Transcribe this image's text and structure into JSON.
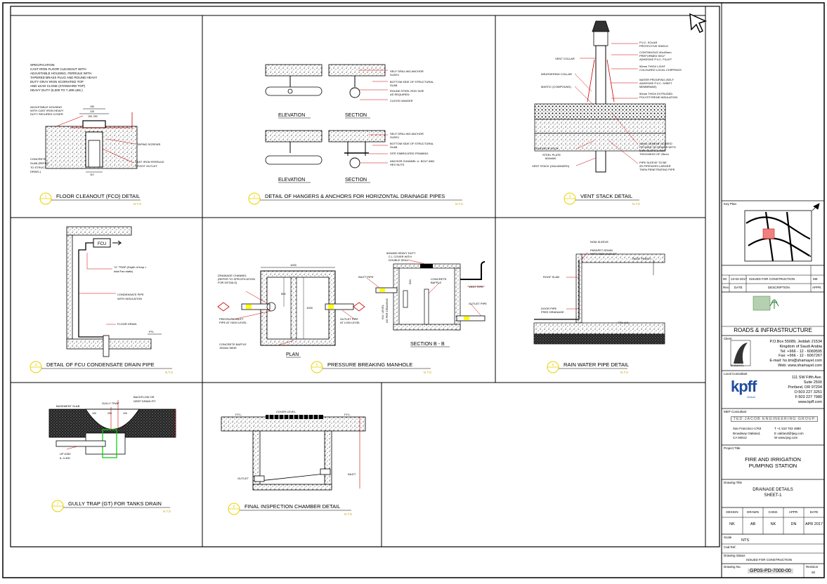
{
  "cursor_icon": "cursor-arrow-icon",
  "details": [
    {
      "num": "1",
      "title": "FLOOR CLEANOUT (FCO) DETAIL",
      "scale": "N.T.S"
    },
    {
      "num": "2",
      "title": "DETAIL OF HANGERS & ANCHORS FOR HORIZONTAL DRAINAGE PIPES",
      "scale": "N.T.S"
    },
    {
      "num": "3",
      "title": "VENT STACK DETAIL",
      "scale": "N.T.S"
    },
    {
      "num": "4",
      "title": "DETAIL OF FCU CONDENSATE DRAIN PIPE",
      "scale": "N.T.S"
    },
    {
      "num": "5",
      "title": "PRESSURE BREAKING MANHOLE",
      "scale": "N.T.S"
    },
    {
      "num": "6",
      "title": "RAIN WATER PIPE DETAIL",
      "scale": "N.T.S"
    },
    {
      "num": "7",
      "title": "GULLY TRAP (GT) FOR TANKS DRAIN",
      "scale": "N.T.S"
    },
    {
      "num": "8",
      "title": "FINAL INSPECTION CHAMBER DETAIL",
      "scale": "N.T.S"
    }
  ],
  "d1": {
    "spec": [
      "SPECIFICATION:",
      "CAST IRON FLOOR CLEANOUT WITH",
      "ADJUSTABLE HOUSING, FERRULE WITH",
      "TAPERED BRASS PLUG AND ROUND HEAVY",
      "DUTY GRAY IRON SCORIATED TOP",
      "AND LEAD CLOSE (STANDARD TOP)",
      "HEAVY DUTY (5,000 TO 7,499 LBS.)"
    ],
    "labels": [
      "ADJUSTABLE HOUSING",
      "WITH CAST IRON HEAVY",
      "DUTY SECURED COVER",
      "TAPING SCREWS",
      "CONCRETE",
      "SLAB (REFER",
      "TO STRUCT.",
      "DRWG.)",
      "CAST IRON FERRULE",
      "SPIGOT OUTLET"
    ],
    "dims": [
      "150",
      "125",
      "150, 200",
      "110"
    ]
  },
  "d2": {
    "labels_top": [
      "SELF DRILLING ANCHOR",
      "SLEEV.",
      "BOTTOM SIDE OF STRUCTURAL",
      "SLAB.",
      "ROUND STEEL ROD SIZE",
      "AS REQUIRED.",
      "CLEVIS HANGER"
    ],
    "labels_bottom": [
      "SELF DRILLING ANCHOR",
      "SLEEV.",
      "BOTTOM SIDE OF STRUCTURAL",
      "SLAB.",
      "SITE FABRICATED FRAMING.",
      "ANCHOR CHANNEL U- BOLT AND",
      "HEX NUTS"
    ],
    "view_a": "ELEVATION",
    "view_b": "SECTION"
  },
  "d3": {
    "right_labels": [
      "P.V.C. SOLAR",
      "PROTECTIVE SHIELD",
      "CONTINUOUS 40x40mm",
      "PREFORMED SELF",
      "ADHESIVE P.V.C. FILLET",
      "50mm THICK LIGHT",
      "COLOURED LOCAL CHIPPINGS",
      "WATER PROOFING (SELF",
      "ADHESIVE P.V.C. SHEET",
      "MEMBRANE)",
      "50mm THICK EXTRUDED",
      "POLYSTYRENE INSULATION",
      "SAND CEMENT SCREED",
      "PITCHED TO DRAINS WITH",
      "0.5% SLOPE & MIN.",
      "THICKNESS OF 25mm",
      "PIPE SLEEVE TO BE",
      "2D PIPESIZES LARGER",
      "THEN PENETRATING PIPE"
    ],
    "left_labels": [
      "VENT COLLAR",
      "WEATHERING COLLAR",
      "MASTIC (COMPOUND)",
      "CONCRETE ROOF",
      "STEEL PLATE",
      "600x600",
      "VENT STACK (GALVANIZED)"
    ]
  },
  "d4": {
    "fcu": "FCU",
    "labels": [
      "\"U\" TRAP (Depth of trap >",
      "total Fan static)",
      "CONDENSATE PIPE",
      "WITH INSULATION",
      "FLOOR DRAIN",
      "FFL"
    ]
  },
  "d5": {
    "plan_labels": [
      "DRAINAGE CHANNEL",
      "(REFER TO SPECIFICATION",
      "FOR DETAILS)",
      "PRESSURE INLET",
      "PIPE AT HIGH LEVEL",
      "OUTLET PIPE",
      "AT LOW LEVEL",
      "CONCRETE BAFFLE",
      "150mm WIDE"
    ],
    "plan_dims": [
      "1000",
      "500",
      "1000"
    ],
    "section_labels": [
      "600x600 HEAVY DUTY",
      "C.I. COVER WITH",
      "DOUBLE SEAL",
      "INLET PIPE",
      "CONCRETE",
      "BAFFLE",
      "VENT PIPE",
      "OUTLET PIPE",
      "600",
      "INV. LEVEL",
      "AS PER DRAWING"
    ],
    "plan_title": "PLAN",
    "section_title": "SECTION B - B"
  },
  "d6": {
    "labels": [
      "NGM SLEEVE",
      "PARAPET DRAIN",
      "WITH SIDE OUTLET",
      "ROOF FINISH",
      "ROOF SLAB",
      "DOOR PIPE",
      "FREE DRAINAGE",
      "FFL LVL"
    ]
  },
  "d7": {
    "labels": [
      "BASEMENT SLAB",
      "GULLY TRAP",
      "BACKFLOW OR",
      "DEEP DRAIN PIT",
      "UP #150",
      "IL-3.400"
    ],
    "dims": [
      "100",
      "200",
      "100"
    ]
  },
  "d8": {
    "labels": [
      "F.F.L.",
      "COVER LEVEL",
      "F.F.L.",
      "OUTLET",
      "INLET"
    ]
  },
  "titleblock": {
    "key_plan_label": "Key Plan",
    "rev_row": {
      "no": "00",
      "date": "13-04-2017",
      "desc": "ISSUED FOR CONSTRUCTION",
      "appr": "MK"
    },
    "rev_headers": {
      "rev": "Rev.",
      "date": "DATE",
      "desc": "DESCRIPTION",
      "appr": "APPR."
    },
    "project_org": "ROADS & INFRASTRUCTURE",
    "client_label": "Client",
    "client_logo_text": "SHAMAYEL",
    "client_address": [
      "P.O.Box 55089, Jeddah 21534",
      "Kingdom of Saudi Arabia",
      "Tel: +966 - 12 - 6069595",
      "Fax: +966 - 12 - 6067267",
      "E-mail: ho.tmi@shamayel.com",
      "Web: www.shamayel.com"
    ],
    "local_consultant_label": "Local Consultant",
    "consultant_logo": "kpff",
    "consultant_logo_sub": "Global",
    "consultant_address": [
      "111 SW Fifth Ave.",
      "Suite 2500",
      "Portland, OR 97204",
      "O:503 227 3251",
      "F:503 227 7980",
      "www.kpff.com"
    ],
    "mep_label": "MEP Consultant",
    "mep_name": "TED JACOB ENGINEERING GROUP",
    "mep_addr_left": [
      "San Francisco-1763",
      "Broadway Oakland,",
      "CA 94612"
    ],
    "mep_addr_right": [
      "T  +1 510 763 4880",
      "E  oakland@tjeg.com",
      "W  www.tjeg.com"
    ],
    "project_title_label": "Project Title",
    "project_title": [
      "FIRE AND IRRIGATION",
      "PUMPING STATION"
    ],
    "drawing_title_label": "Drawing Title",
    "drawing_title": [
      "DRAINAGE DETAILS",
      "SHEET-1"
    ],
    "sign_headers": [
      "DESIGN",
      "DRAWN",
      "CHKD.",
      "APPR.",
      "DATE"
    ],
    "sign_values": [
      "NK",
      "AB",
      "NK",
      "DN",
      "APR 2017"
    ],
    "scale_label": "Scale",
    "scale_value": "NTS",
    "cad_label": "Cad Ref.",
    "status_label": "Drawing Status",
    "status_value": "ISSUED FOR CONSTRUCTION",
    "drawing_no_label": "Drawing No.",
    "drawing_no": "GP0S-PD-7000-00",
    "revision_label": "Revision",
    "revision_value": "00"
  }
}
